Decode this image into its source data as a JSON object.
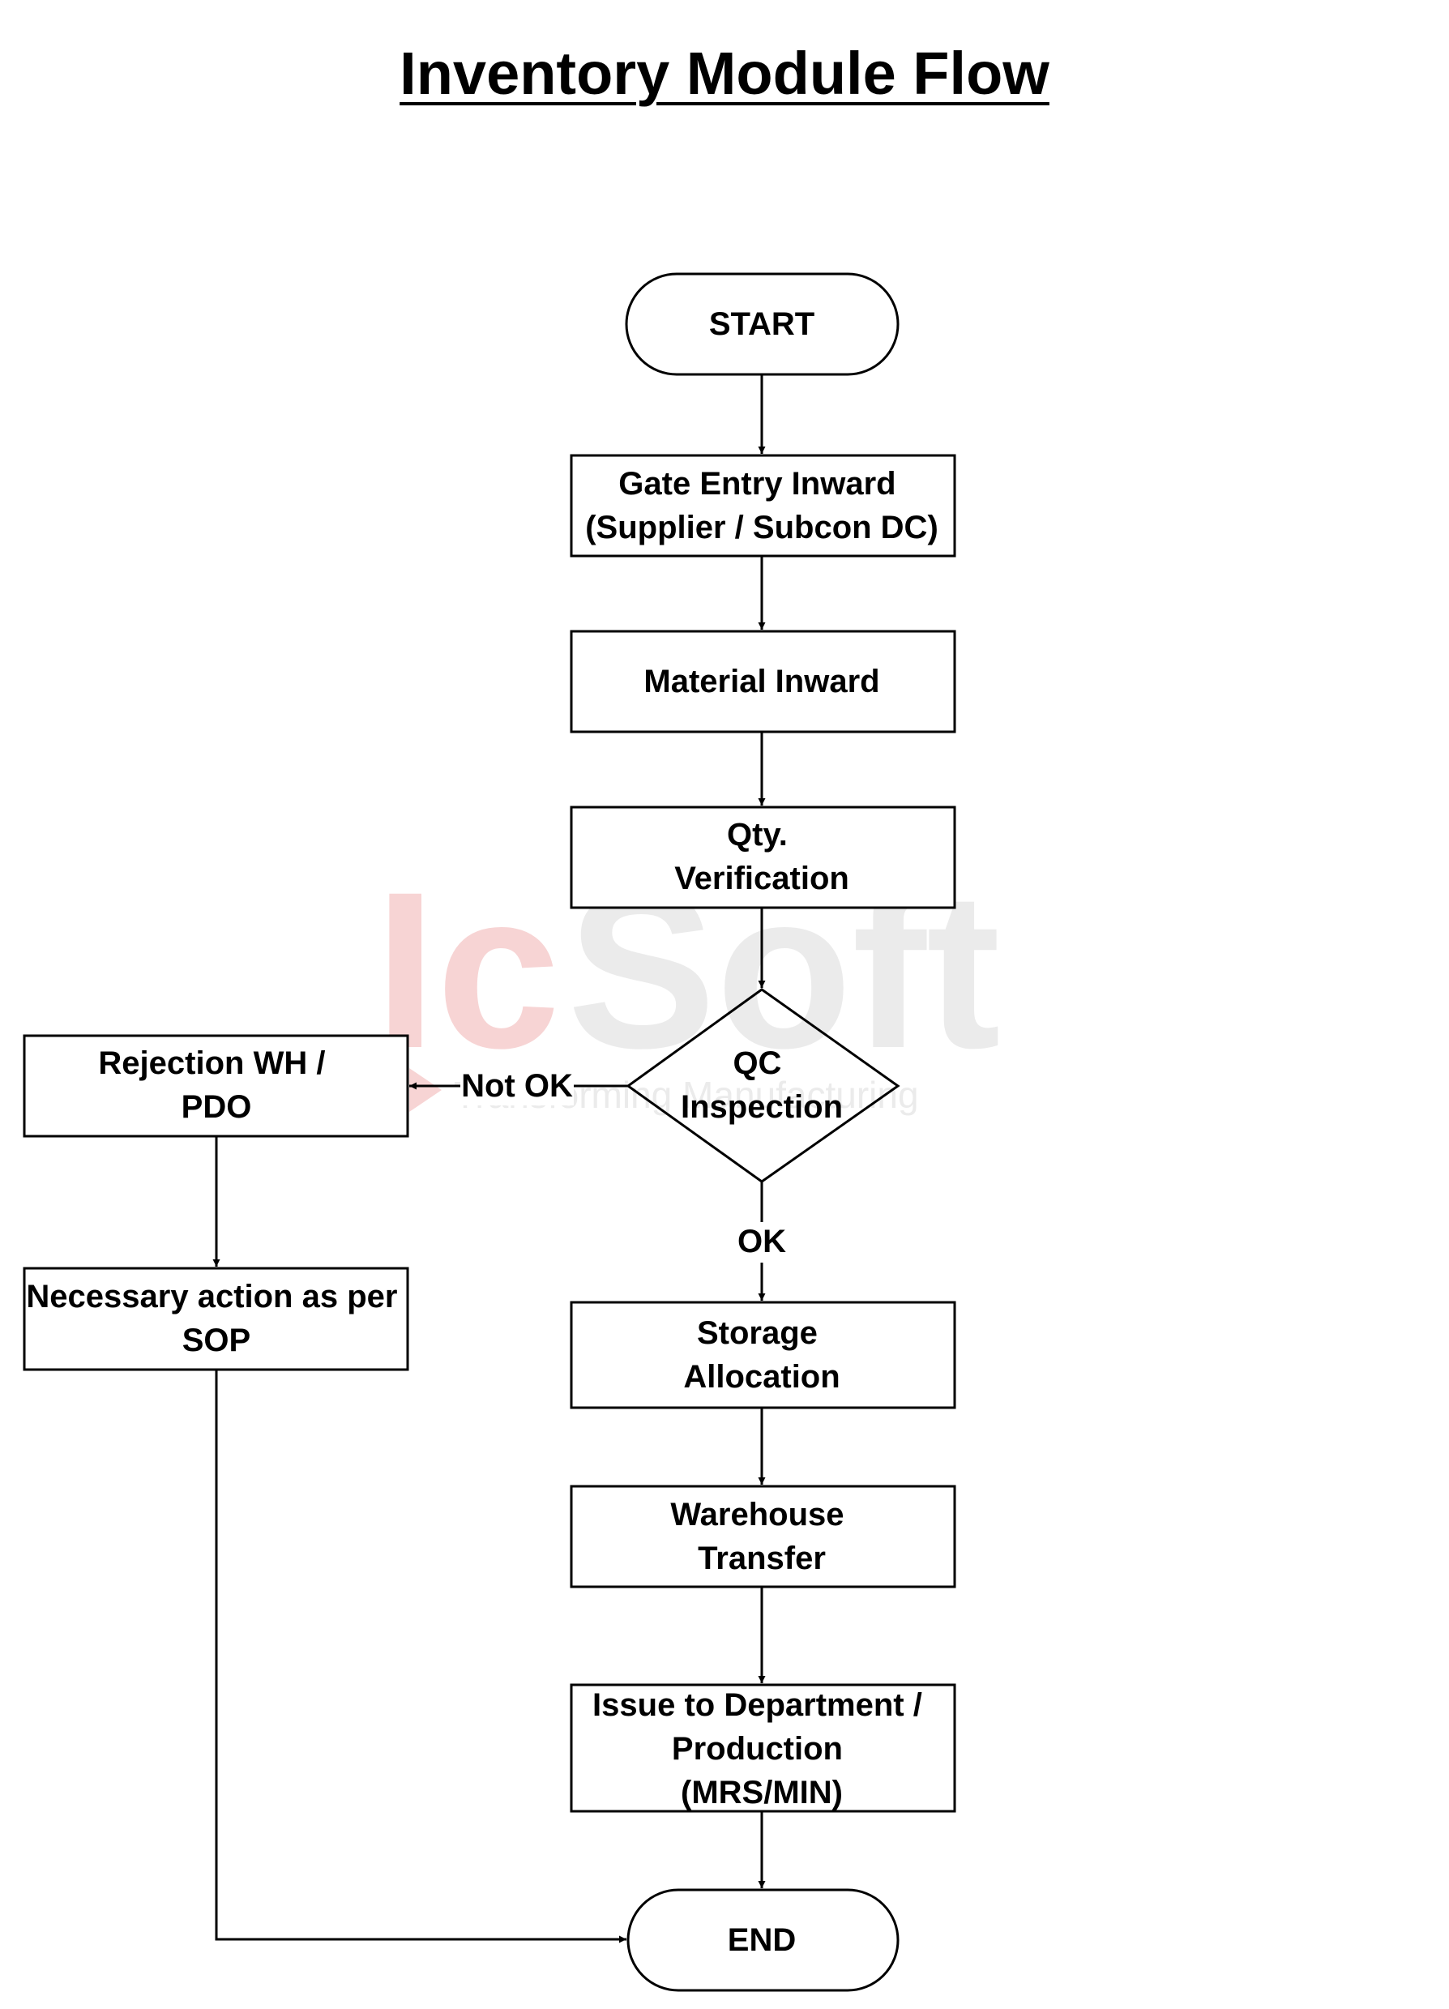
{
  "title": "Inventory Module Flow",
  "watermark": {
    "logo": "IcSoft",
    "tagline": "Transforming Manufacturing",
    "colors": {
      "primary": "#f7d4d4",
      "secondary": "#ebebeb"
    }
  },
  "nodes": {
    "start": {
      "shape": "terminal",
      "lines": [
        "START"
      ]
    },
    "gate_entry": {
      "shape": "process",
      "lines": [
        "Gate Entry Inward",
        "(Supplier / Subcon DC)"
      ]
    },
    "material_inward": {
      "shape": "process",
      "lines": [
        "Material Inward"
      ]
    },
    "qty_verification": {
      "shape": "process",
      "lines": [
        "Qty.",
        "Verification"
      ]
    },
    "qc_inspection": {
      "shape": "decision",
      "lines": [
        "QC",
        "Inspection"
      ]
    },
    "rejection_wh": {
      "shape": "process",
      "lines": [
        "Rejection WH /",
        "PDO"
      ]
    },
    "necessary_action": {
      "shape": "process",
      "lines": [
        "Necessary action as per",
        "SOP"
      ]
    },
    "storage_allocation": {
      "shape": "process",
      "lines": [
        "Storage",
        "Allocation"
      ]
    },
    "warehouse_transfer": {
      "shape": "process",
      "lines": [
        "Warehouse",
        "Transfer"
      ]
    },
    "issue_department": {
      "shape": "process",
      "lines": [
        "Issue to Department /",
        "Production",
        "(MRS/MIN)"
      ]
    },
    "end": {
      "shape": "terminal",
      "lines": [
        "END"
      ]
    }
  },
  "edges": [
    {
      "from": "start",
      "to": "gate_entry",
      "label": ""
    },
    {
      "from": "gate_entry",
      "to": "material_inward",
      "label": ""
    },
    {
      "from": "material_inward",
      "to": "qty_verification",
      "label": ""
    },
    {
      "from": "qty_verification",
      "to": "qc_inspection",
      "label": ""
    },
    {
      "from": "qc_inspection",
      "to": "rejection_wh",
      "label": "Not OK"
    },
    {
      "from": "qc_inspection",
      "to": "storage_allocation",
      "label": "OK"
    },
    {
      "from": "rejection_wh",
      "to": "necessary_action",
      "label": ""
    },
    {
      "from": "necessary_action",
      "to": "end",
      "label": ""
    },
    {
      "from": "storage_allocation",
      "to": "warehouse_transfer",
      "label": ""
    },
    {
      "from": "warehouse_transfer",
      "to": "issue_department",
      "label": ""
    },
    {
      "from": "issue_department",
      "to": "end",
      "label": ""
    }
  ]
}
